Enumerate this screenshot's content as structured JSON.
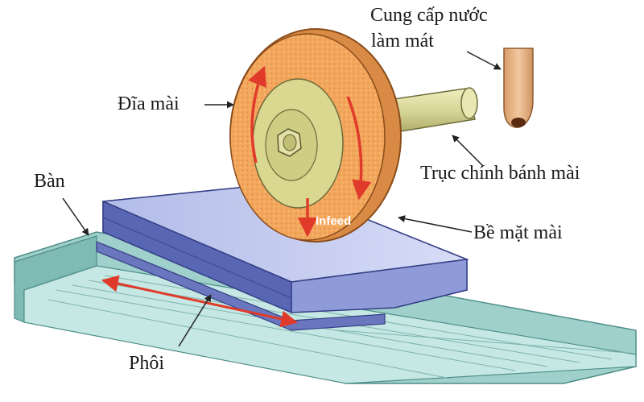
{
  "labels": {
    "coolant_line1": "Cung cấp nước",
    "coolant_line2": "làm mát",
    "wheel": "Đĩa mài",
    "spindle": "Trục chính bánh mài",
    "table": "Bàn",
    "surface": "Bề mặt mài",
    "workpiece": "Phôi",
    "infeed": "Infeed"
  },
  "colors": {
    "wheel_orange": "#f2a55a",
    "arrow_red": "#e03a2a",
    "workpiece_blue": "#7b88cf",
    "table_teal": "#bfe3e0",
    "spindle_khaki": "#d9d79a",
    "nozzle_tan": "#e8b98a"
  }
}
